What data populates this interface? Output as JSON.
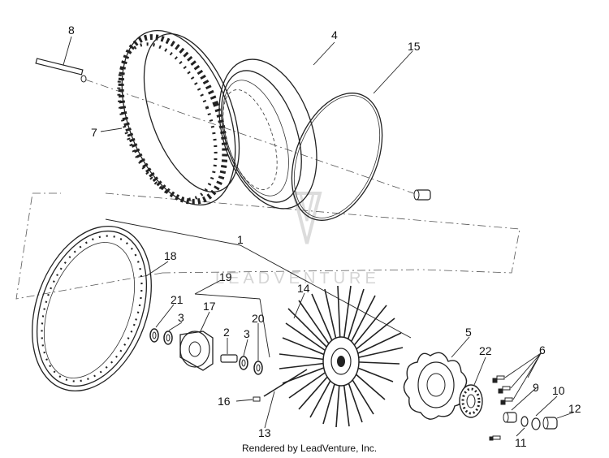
{
  "part_numbers": {
    "n1": "1",
    "n2": "2",
    "n3a": "3",
    "n3b": "3",
    "n4": "4",
    "n5": "5",
    "n6": "6",
    "n7": "7",
    "n8": "8",
    "n9": "9",
    "n10": "10",
    "n11": "11",
    "n12": "12",
    "n13": "13",
    "n14": "14",
    "n15": "15",
    "n16": "16",
    "n17": "17",
    "n18": "18",
    "n19": "19",
    "n20": "20",
    "n21": "21",
    "n22": "22"
  },
  "watermark": "LEADVENTURE",
  "footer": "Rendered by LeadVenture, Inc."
}
